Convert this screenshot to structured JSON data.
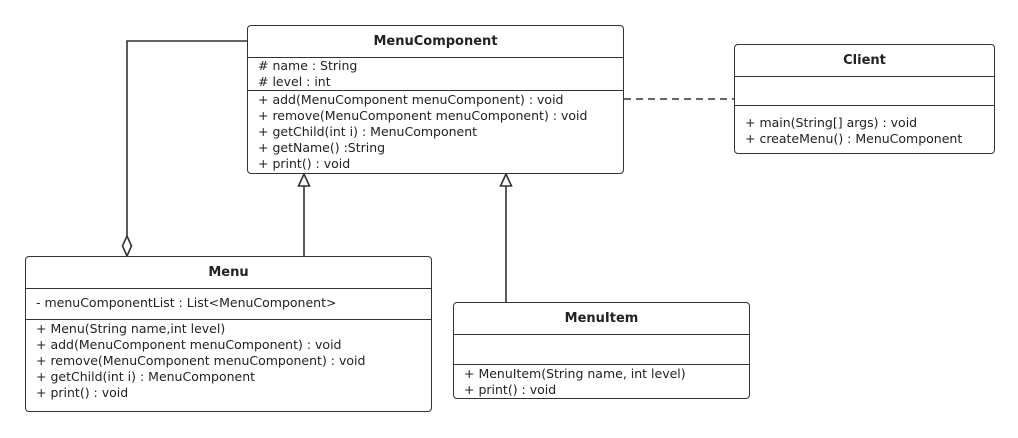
{
  "classes": {
    "menu_component": {
      "name": "MenuComponent",
      "attributes": [
        "# name : String",
        "# level : int"
      ],
      "operations": [
        "+ add(MenuComponent menuComponent) : void",
        "+ remove(MenuComponent menuComponent) : void",
        "+ getChild(int i) : MenuComponent",
        "+ getName() :String",
        "+ print() : void"
      ]
    },
    "client": {
      "name": "Client",
      "attributes": [],
      "operations": [
        "+ main(String[] args) : void",
        "+ createMenu() : MenuComponent"
      ]
    },
    "menu": {
      "name": "Menu",
      "attributes": [
        "- menuComponentList : List<MenuComponent>"
      ],
      "operations": [
        "+ Menu(String name,int level)",
        "+ add(MenuComponent menuComponent) : void",
        "+ remove(MenuComponent menuComponent) : void",
        "+ getChild(int i) : MenuComponent",
        "+ print() : void"
      ]
    },
    "menu_item": {
      "name": "MenuItem",
      "attributes": [],
      "operations": [
        "+ MenuItem(String name, int level)",
        "+ print() : void"
      ]
    }
  },
  "relations": [
    {
      "type": "aggregation",
      "from": "Menu",
      "to": "MenuComponent"
    },
    {
      "type": "generalization",
      "from": "Menu",
      "to": "MenuComponent"
    },
    {
      "type": "generalization",
      "from": "MenuItem",
      "to": "MenuComponent"
    },
    {
      "type": "dependency",
      "from": "Client",
      "to": "MenuComponent"
    }
  ],
  "colors": {
    "stroke": "#333333",
    "background": "#ffffff"
  }
}
